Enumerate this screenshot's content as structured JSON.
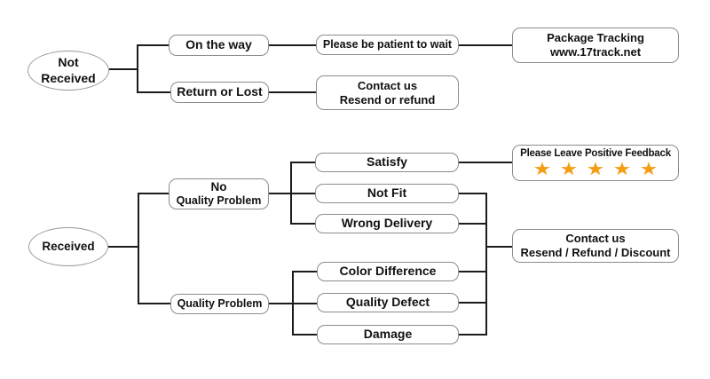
{
  "colors": {
    "star": "#F59C12",
    "line": "#1c1c1c",
    "box_border": "#8c8c8c",
    "text": "#111111"
  },
  "flows": {
    "not_received": {
      "root": {
        "line1": "Not",
        "line2": "Received"
      },
      "on_the_way": "On the way",
      "be_patient": "Please be patient to wait",
      "tracking": {
        "line1": "Package Tracking",
        "line2": "www.17track.net"
      },
      "return_or_lost": "Return or Lost",
      "contact": {
        "line1": "Contact us",
        "line2": "Resend or refund"
      }
    },
    "received": {
      "root": "Received",
      "no_quality_problem": {
        "line1": "No",
        "line2": "Quality Problem"
      },
      "satisfy": "Satisfy",
      "not_fit": "Not Fit",
      "wrong_delivery": "Wrong Delivery",
      "quality_problem": "Quality Problem",
      "color_difference": "Color Difference",
      "quality_defect": "Quality Defect",
      "damage": "Damage",
      "feedback": {
        "title": "Please Leave Positive Feedback",
        "star": "★",
        "star_count": 5
      },
      "contact": {
        "line1": "Contact us",
        "line2": "Resend / Refund / Discount"
      }
    }
  }
}
